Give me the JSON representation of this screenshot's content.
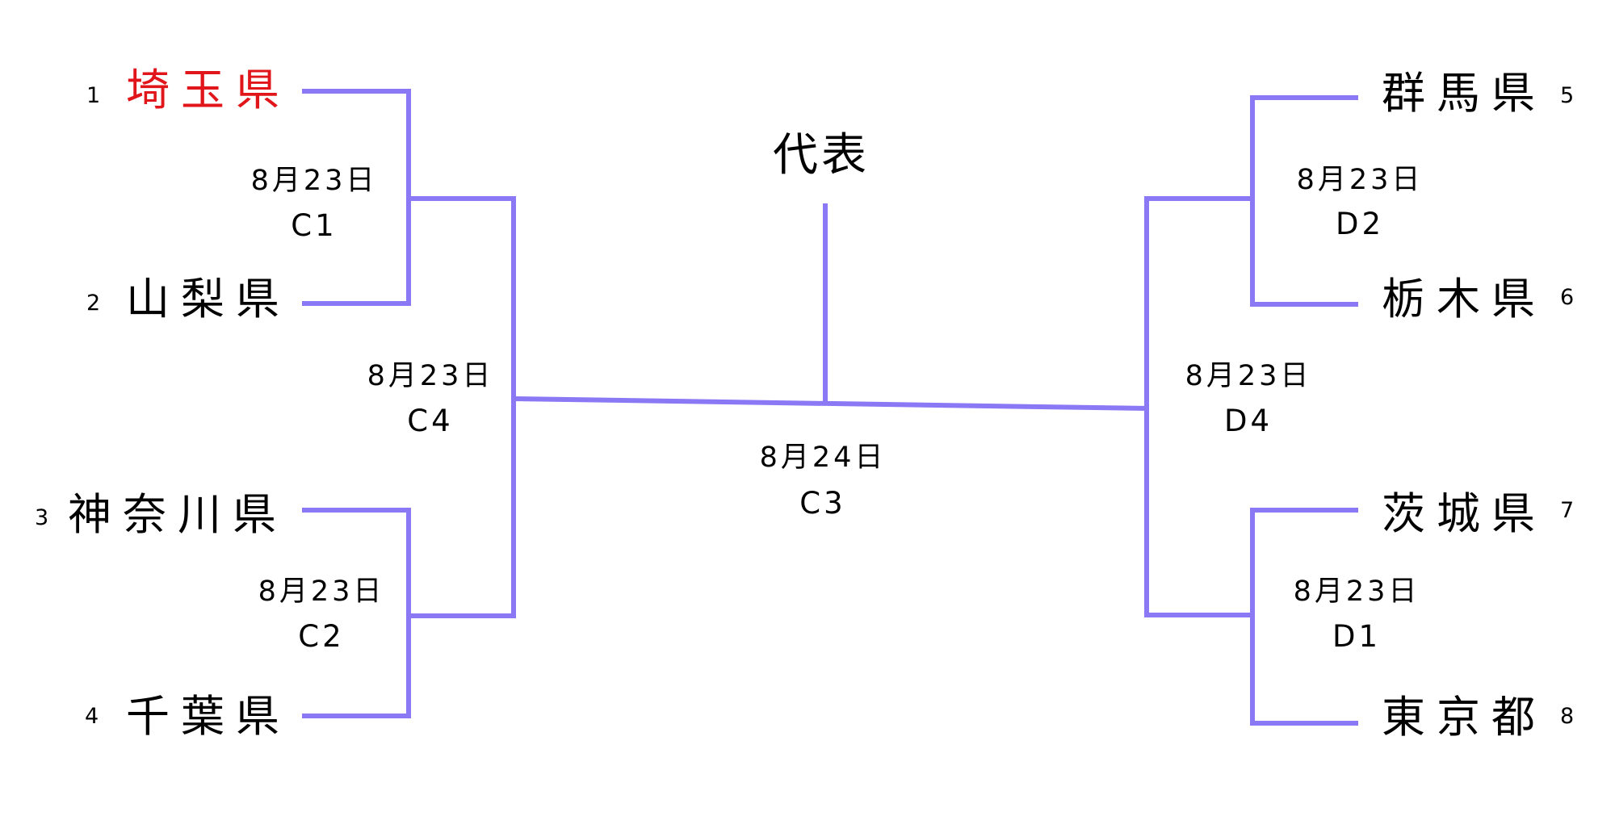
{
  "title": "代表",
  "line_color": "#8a78f4",
  "highlight_color": "#e0161b",
  "teams": [
    {
      "seed": "1",
      "name": "埼玉県",
      "highlighted": true
    },
    {
      "seed": "2",
      "name": "山梨県"
    },
    {
      "seed": "3",
      "name": "神奈川県"
    },
    {
      "seed": "4",
      "name": "千葉県"
    },
    {
      "seed": "5",
      "name": "群馬県"
    },
    {
      "seed": "6",
      "name": "栃木県"
    },
    {
      "seed": "7",
      "name": "茨城県"
    },
    {
      "seed": "8",
      "name": "東京都"
    }
  ],
  "matches": {
    "C1": {
      "date": "8月23日",
      "code": "C1"
    },
    "C2": {
      "date": "8月23日",
      "code": "C2"
    },
    "C4": {
      "date": "8月23日",
      "code": "C4"
    },
    "C3": {
      "date": "8月24日",
      "code": "C3"
    },
    "D4": {
      "date": "8月23日",
      "code": "D4"
    },
    "D2": {
      "date": "8月23日",
      "code": "D2"
    },
    "D1": {
      "date": "8月23日",
      "code": "D1"
    }
  }
}
